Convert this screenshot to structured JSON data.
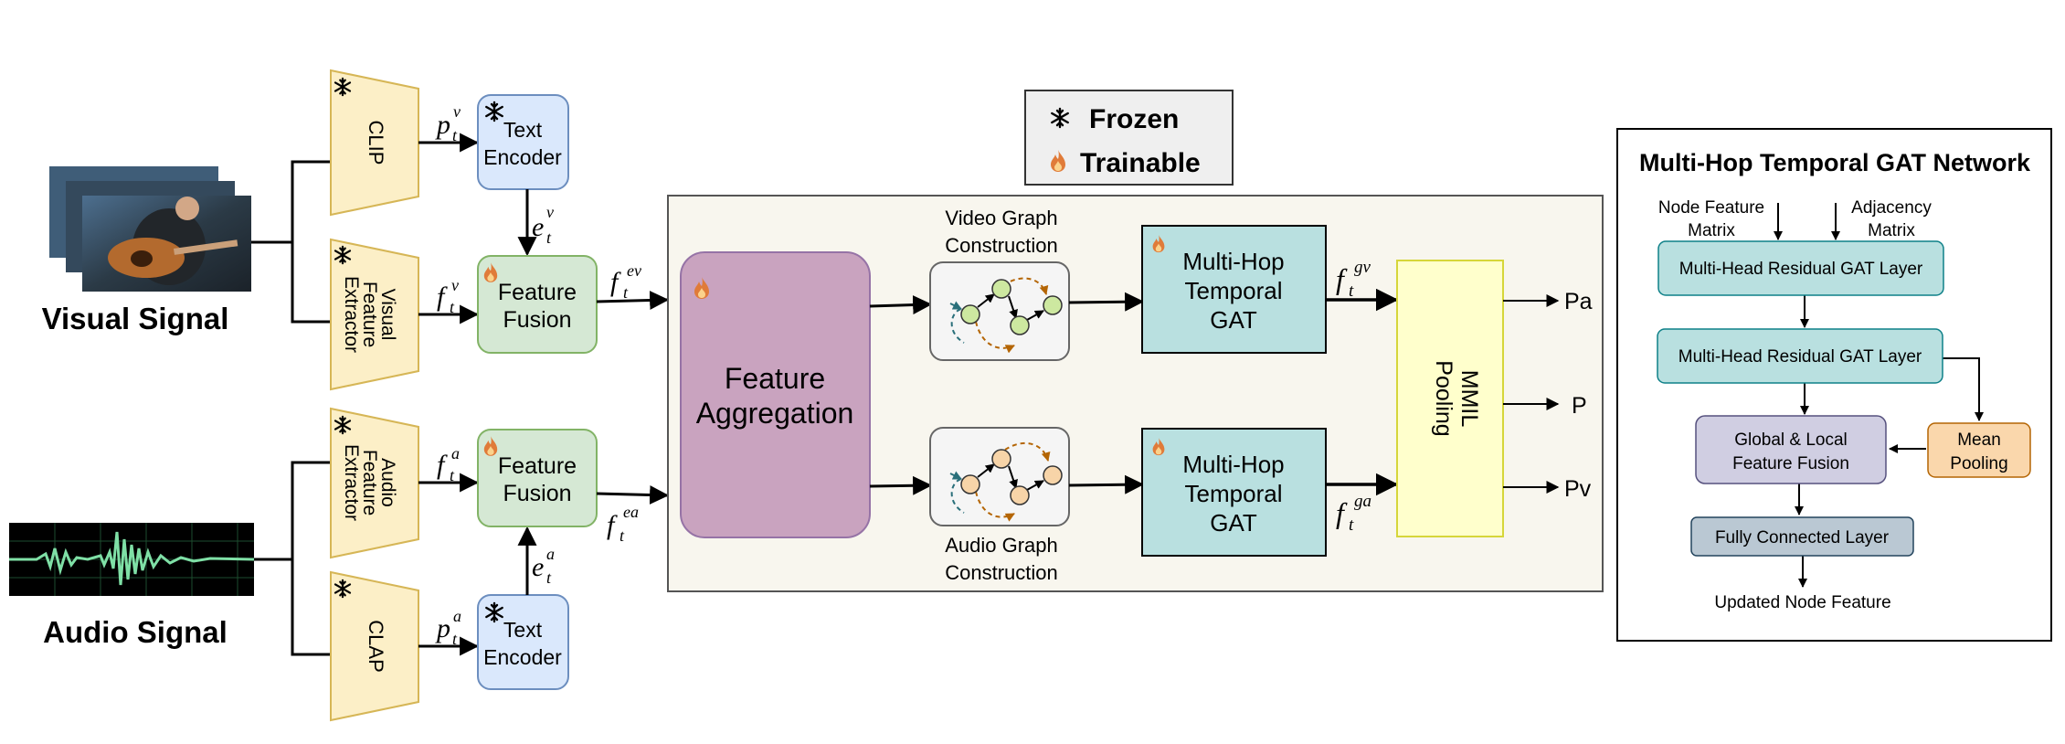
{
  "legend": {
    "frozen": "Frozen",
    "trainable": "Trainable"
  },
  "visual": {
    "label": "Visual Signal",
    "clip": "CLIP",
    "extractor": [
      "Visual",
      "Feature",
      "Extractor"
    ],
    "text_encoder": [
      "Text",
      "Encoder"
    ],
    "fusion": [
      "Feature",
      "Fusion"
    ]
  },
  "audio": {
    "label": "Audio Signal",
    "clap": "CLAP",
    "extractor": [
      "Audio",
      "Feature",
      "Extractor"
    ],
    "text_encoder": [
      "Text",
      "Encoder"
    ],
    "fusion": [
      "Feature",
      "Fusion"
    ]
  },
  "symbols": {
    "pv": {
      "base": "p",
      "sub": "t",
      "sup": "v"
    },
    "fv": {
      "base": "f",
      "sub": "t",
      "sup": "v"
    },
    "ev": {
      "base": "e",
      "sub": "t",
      "sup": "v"
    },
    "pa": {
      "base": "p",
      "sub": "t",
      "sup": "a"
    },
    "fa": {
      "base": "f",
      "sub": "t",
      "sup": "a"
    },
    "ea": {
      "base": "e",
      "sub": "t",
      "sup": "a"
    },
    "fev": {
      "base": "f",
      "sub": "t",
      "sup": "ev"
    },
    "fea": {
      "base": "f",
      "sub": "t",
      "sup": "ea"
    },
    "fgv": {
      "base": "f",
      "sub": "t",
      "sup": "gv"
    },
    "fga": {
      "base": "f",
      "sub": "t",
      "sup": "ga"
    }
  },
  "aggregation": [
    "Feature",
    "Aggregation"
  ],
  "video_graph": [
    "Video Graph",
    "Construction"
  ],
  "audio_graph": [
    "Audio Graph",
    "Construction"
  ],
  "gat": [
    "Multi-Hop",
    "Temporal",
    "GAT"
  ],
  "pooling": [
    "MMIL",
    "Pooling"
  ],
  "outputs": [
    "Pa",
    "P",
    "Pv"
  ],
  "panel": {
    "title": "Multi-Hop Temporal GAT Network",
    "node_input": [
      "Node Feature",
      "Matrix"
    ],
    "adj_input": [
      "Adjacency",
      "Matrix"
    ],
    "layer1": "Multi-Head Residual GAT Layer",
    "layer2": "Multi-Head Residual GAT Layer",
    "fusion": [
      "Global & Local",
      "Feature Fusion"
    ],
    "mean_pool": [
      "Mean",
      "Pooling"
    ],
    "fc": "Fully Connected Layer",
    "output": "Updated Node Feature"
  },
  "colors": {
    "trapezoid": "#fcefc7",
    "trapezoid_border": "#d6b656",
    "encoder": "#dae8fc",
    "encoder_border": "#6c8ebf",
    "fusion": "#d5e8d4",
    "fusion_border": "#82b366",
    "aggregation": "#c9a3bf",
    "aggregation_border": "#9673a6",
    "gat": "#b9e0e0",
    "pooling": "#ffffcc",
    "pooling_border": "#d6d63a",
    "region": "#f8f6ee",
    "graph_box": "#f5f5f5",
    "panel_layer": "#b9e0e0",
    "panel_layer_border": "#0e8088",
    "panel_fusion": "#d0cee2",
    "panel_fusion_border": "#56517e",
    "panel_mean": "#fad7ac",
    "panel_mean_border": "#b46504",
    "panel_fc": "#bac8d3",
    "panel_fc_border": "#23445d",
    "flame": "#e07b39",
    "green_node": "#cde8a0",
    "orange_node": "#f7d4a8"
  }
}
